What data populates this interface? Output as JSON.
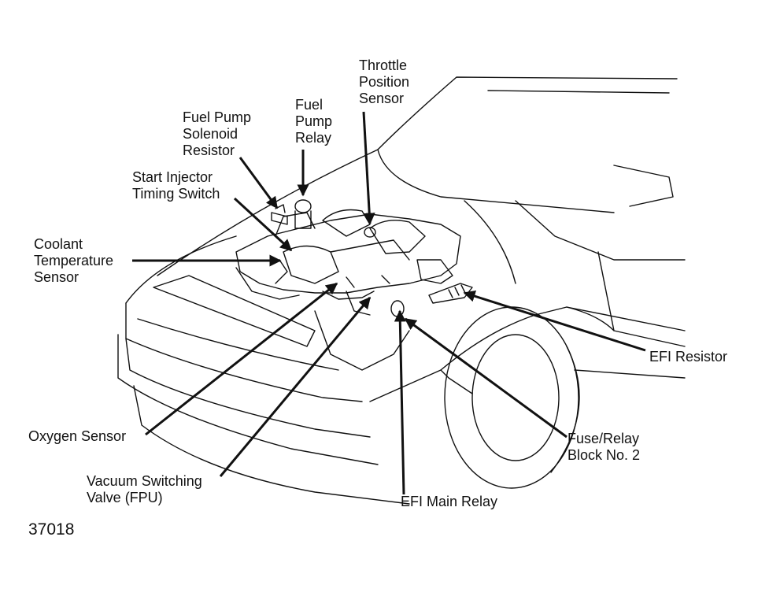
{
  "labels": {
    "throttle_position_sensor": [
      "Throttle",
      "Position",
      "Sensor"
    ],
    "fuel_pump_relay": [
      "Fuel",
      "Pump",
      "Relay"
    ],
    "fuel_pump_solenoid_resistor": [
      "Fuel Pump",
      "Solenoid",
      "Resistor"
    ],
    "start_injector_timing_switch": [
      "Start Injector",
      "Timing Switch"
    ],
    "coolant_temperature_sensor": [
      "Coolant",
      "Temperature",
      "Sensor"
    ],
    "efi_resistor": [
      "EFI Resistor"
    ],
    "oxygen_sensor": [
      "Oxygen Sensor"
    ],
    "fuse_relay_block_no2": [
      "Fuse/Relay",
      "Block No. 2"
    ],
    "vacuum_switching_valve": [
      "Vacuum Switching",
      "Valve (FPU)"
    ],
    "efi_main_relay": [
      "EFI Main Relay"
    ]
  },
  "figure_number": "37018",
  "colors": {
    "ink": "#111111",
    "background": "#ffffff"
  }
}
